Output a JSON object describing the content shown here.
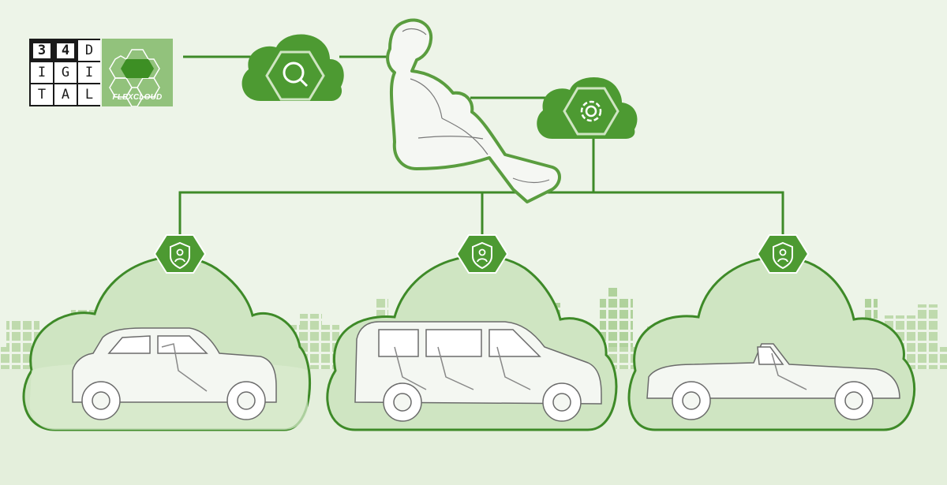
{
  "logo": {
    "cells": [
      "3",
      "4",
      "D",
      "I",
      "G",
      "I",
      "T",
      "A",
      "L"
    ],
    "product": "FLEXCLOUD"
  },
  "icons": {
    "top_left_cloud": "magnifier-icon",
    "top_right_cloud": "gear-icon",
    "vehicle_badges": "user-shield-icon"
  },
  "vehicles": [
    "small-hatchback",
    "passenger-van",
    "convertible"
  ],
  "colors": {
    "primary_green": "#4d9a32",
    "light_green": "#b9d8a8",
    "background": "#edf4e8",
    "line": "#3e8a28"
  }
}
